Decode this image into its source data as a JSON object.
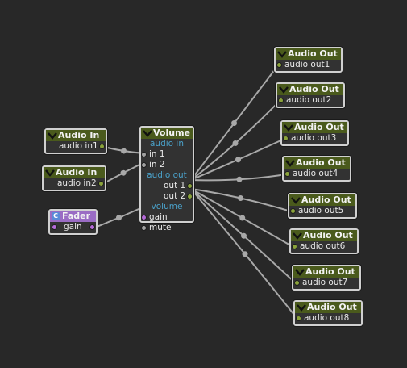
{
  "nodes": {
    "audio_in_1": {
      "title": "Audio In",
      "port": "audio in1"
    },
    "audio_in_2": {
      "title": "Audio In",
      "port": "audio in2"
    },
    "fader": {
      "badge": "C",
      "title": "Fader",
      "port": "gain"
    },
    "volume": {
      "title": "Volume",
      "sections": [
        "audio in",
        "audio out",
        "volume"
      ],
      "inputs": [
        "in 1",
        "in 2"
      ],
      "outputs": [
        "out 1",
        "out 2"
      ],
      "controls": [
        "gain",
        "mute"
      ]
    },
    "audio_outs": [
      {
        "title": "Audio Out",
        "port": "audio out1"
      },
      {
        "title": "Audio Out",
        "port": "audio out2"
      },
      {
        "title": "Audio Out",
        "port": "audio out3"
      },
      {
        "title": "Audio Out",
        "port": "audio out4"
      },
      {
        "title": "Audio Out",
        "port": "audio out5"
      },
      {
        "title": "Audio Out",
        "port": "audio out6"
      },
      {
        "title": "Audio Out",
        "port": "audio out7"
      },
      {
        "title": "Audio Out",
        "port": "audio out8"
      }
    ]
  },
  "colors": {
    "background": "#282828",
    "header": "#4a5a1c",
    "fader_header": "#9a6cc4",
    "wire": "#a8a8a8",
    "section_text": "#4aa0c8",
    "port_green": "#8aa23a",
    "port_purple": "#b56ad8"
  }
}
